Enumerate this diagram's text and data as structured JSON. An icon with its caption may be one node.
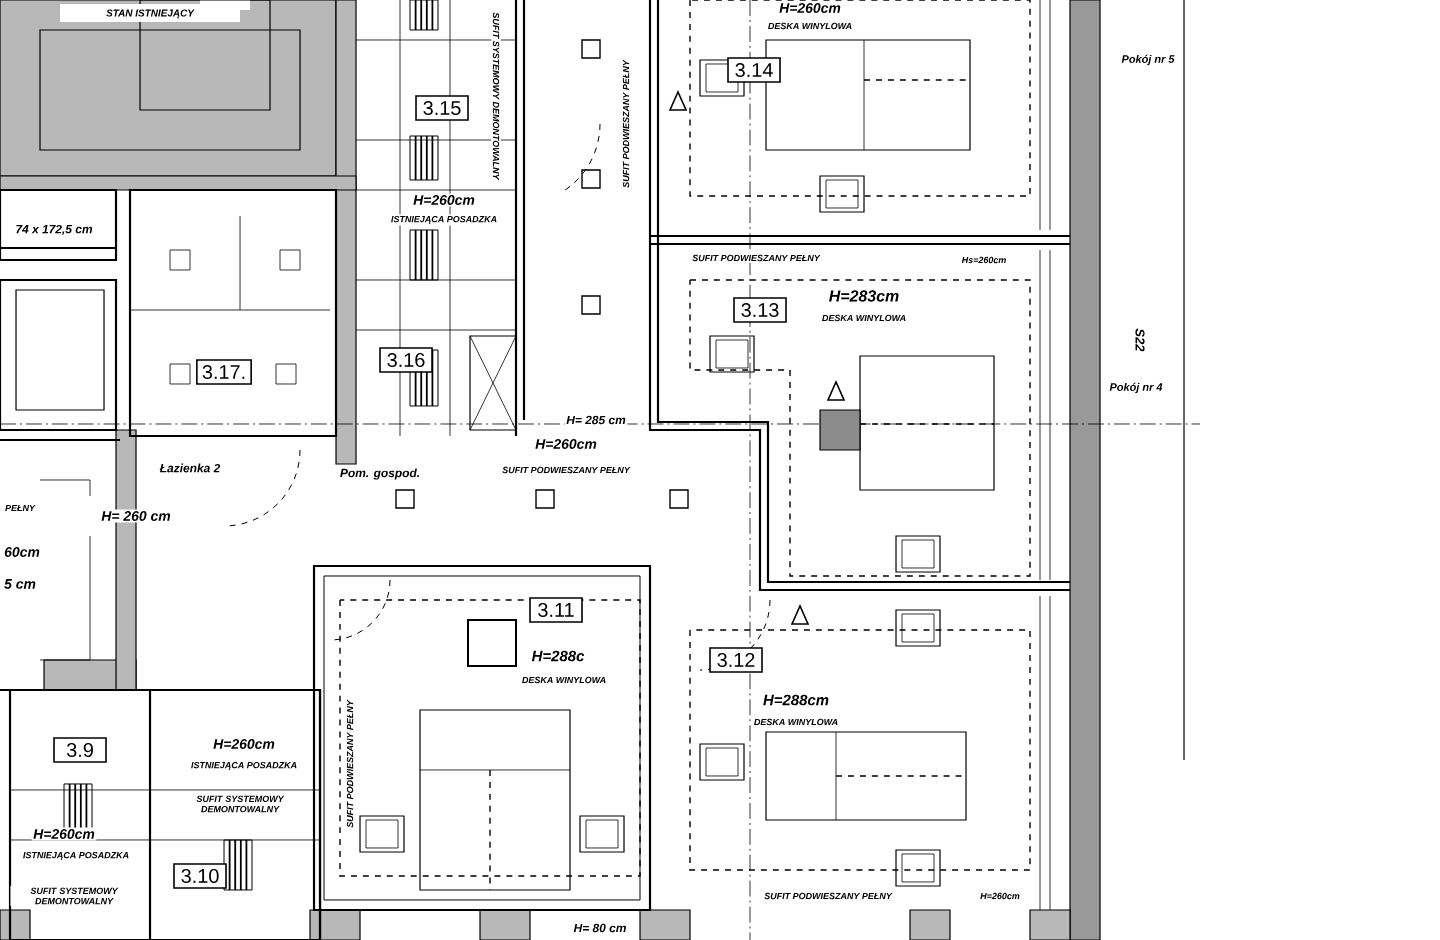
{
  "diagram": {
    "nodes": [
      {
        "text": [
          "3.14"
        ]
      },
      {
        "text": [
          "3.15"
        ]
      },
      {
        "text": [
          "3.13"
        ]
      },
      {
        "text": [
          "3.16"
        ]
      },
      {
        "text": [
          "3.17."
        ]
      },
      {
        "text": [
          "3.11"
        ]
      },
      {
        "text": [
          "3.12"
        ]
      },
      {
        "text": [
          "3.9"
        ]
      },
      {
        "text": [
          "3.10"
        ]
      }
    ],
    "edges": [],
    "labels": [
      "STAN ISTNIEJĄCY",
      "H=260cm",
      "DESKA WINYLOWA",
      "SUFIT SYSTEMOWY DEMONTOWALNY",
      "Pokój nr 5",
      "SUFIT PODWIESZANY PEŁNY",
      "H=260cm",
      "ISTNIEJĄCA POSADZKA",
      "74 x 172,5 cm",
      "SUFIT PODWIESZANY PEŁNY",
      "Hs=260cm",
      "H=283cm",
      "DESKA WINYLOWA",
      "S22",
      "Pokój nr 4",
      "H= 285 cm",
      "H=260cm",
      "SUFIT PODWIESZANY PEŁNY",
      "Łazienka 2",
      "Pom. gospod.",
      "PEŁNY",
      "H= 260 cm",
      "60cm",
      "5 cm",
      "H=288c",
      "DESKA WINYLOWA",
      "H=288cm",
      "DESKA WINYLOWA",
      "H=260cm",
      "ISTNIEJĄCA POSADZKA",
      "SUFIT SYSTEMOWY DEMONTOWALNY",
      "SUFIT PODWIESZANY PEŁNY",
      "H=260cm",
      "ISTNIEJĄCA POSADZKA",
      "SUFIT SYSTEMOWY DEMONTOWALNY",
      "SUFIT PODWIESZANY PEŁNY",
      "H=260cm",
      "H= 80 cm"
    ]
  }
}
